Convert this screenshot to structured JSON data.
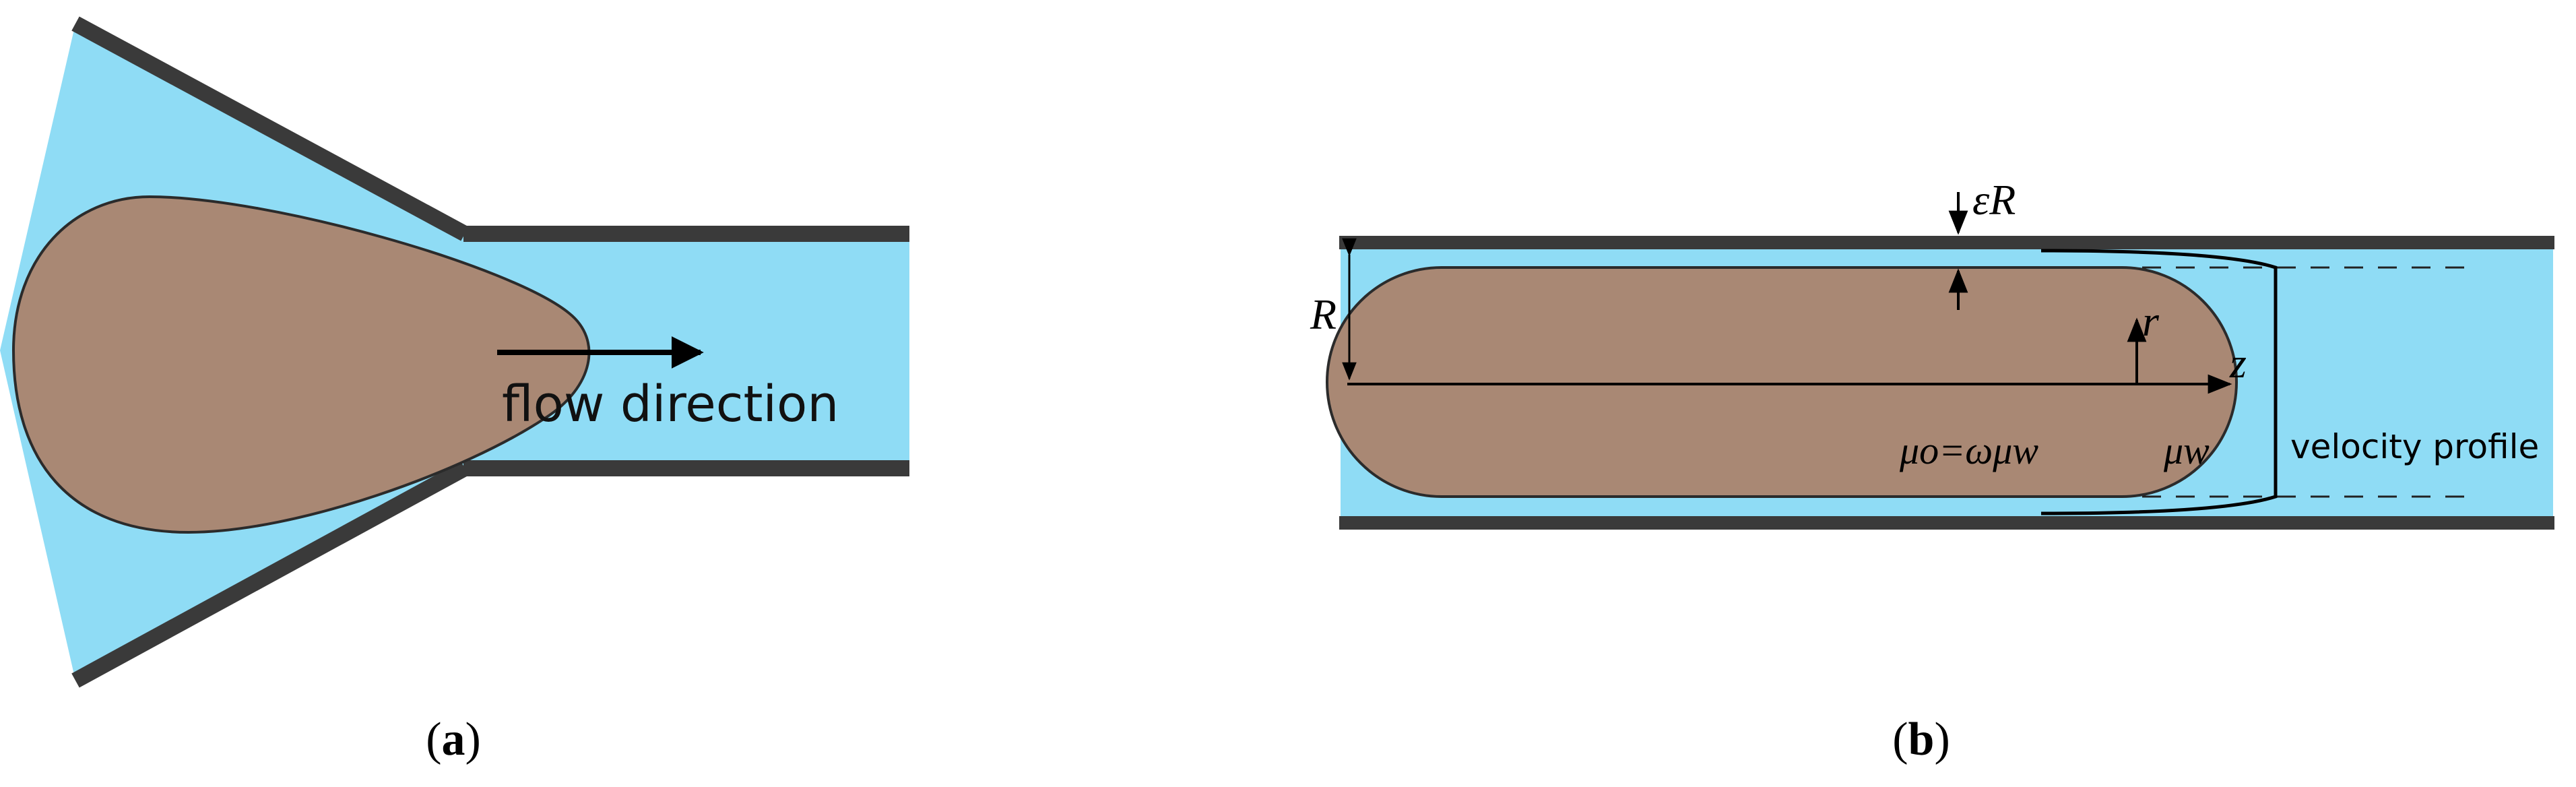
{
  "panel_a": {
    "label_open": "(",
    "label_letter": "a",
    "label_close": ")",
    "flow_label": "flow direction"
  },
  "panel_b": {
    "label_open": "(",
    "label_letter": "b",
    "label_close": ")",
    "film_thickness_label": "εR",
    "radius_label": "R",
    "r_axis_label": "r",
    "z_axis_label": "z",
    "oil_viscosity_label": "μo=ωμw",
    "water_viscosity_label": "μw",
    "velocity_profile_label": "velocity profile"
  },
  "colors": {
    "water": "#8fdcf5",
    "oil_drop": "#a98874",
    "wall": "#3a3a3a",
    "outline": "#2b2b2b"
  }
}
